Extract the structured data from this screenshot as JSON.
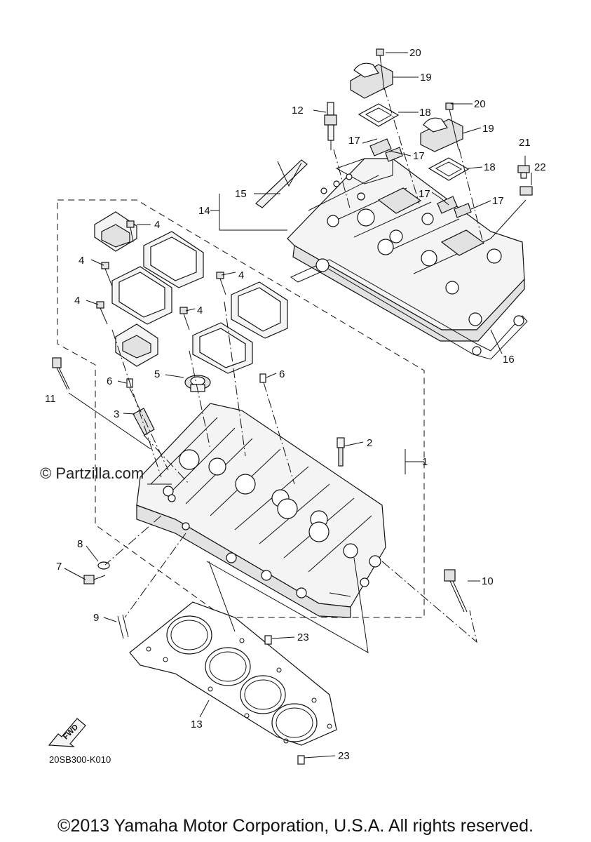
{
  "watermark": "© Partzilla.com",
  "drawing_code": "20SB300-K010",
  "copyright": "©2013 Yamaha Motor Corporation, U.S.A. All rights reserved.",
  "fwd_label": "FWD",
  "callouts": {
    "c1": "1",
    "c2": "2",
    "c3": "3",
    "c4a": "4",
    "c4b": "4",
    "c4c": "4",
    "c4d": "4",
    "c4e": "4",
    "c5": "5",
    "c6a": "6",
    "c6b": "6",
    "c7": "7",
    "c8": "8",
    "c9": "9",
    "c10": "10",
    "c11": "11",
    "c12": "12",
    "c13": "13",
    "c14": "14",
    "c15": "15",
    "c16": "16",
    "c17a": "17",
    "c17b": "17",
    "c17c": "17",
    "c17d": "17",
    "c18a": "18",
    "c18b": "18",
    "c19a": "19",
    "c19b": "19",
    "c20a": "20",
    "c20b": "20",
    "c21": "21",
    "c22": "22",
    "c23a": "23",
    "c23b": "23"
  }
}
